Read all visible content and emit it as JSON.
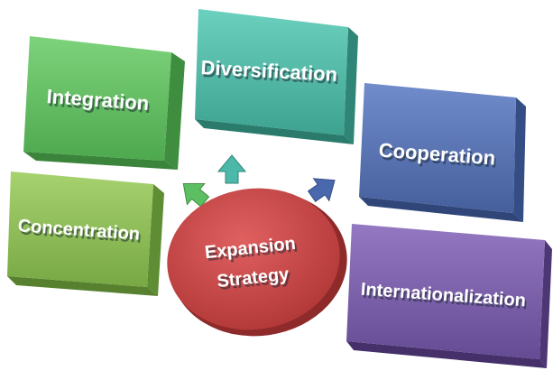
{
  "center": {
    "line1": "Expansion",
    "line2": "Strategy"
  },
  "boxes": {
    "integration": "Integration",
    "diversification": "Diversification",
    "cooperation": "Cooperation",
    "concentration": "Concentration",
    "internationalization": "Internationalization"
  },
  "colors": {
    "integration": "#65c464",
    "diversification": "#55c0ad",
    "cooperation": "#5a75b4",
    "concentration": "#92c25a",
    "internationalization": "#7e63ab",
    "center": "#cc4545",
    "arrow_green": "#5cbf62",
    "arrow_teal": "#4cb8aa",
    "arrow_blue": "#4a68ad"
  }
}
